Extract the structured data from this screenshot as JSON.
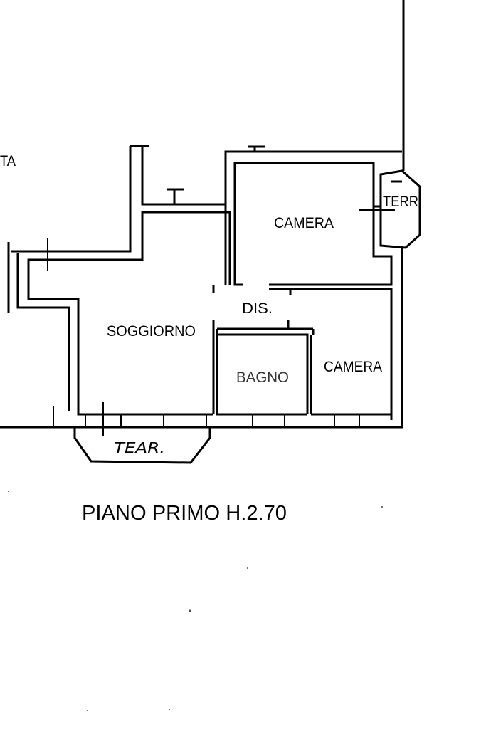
{
  "plan": {
    "title": "PIANO PRIMO H.2.70",
    "cut_label": "TA",
    "rooms": {
      "camera_top": "CAMERA",
      "camera_bottom": "CAMERA",
      "soggiorno": "SOGGIORNO",
      "bagno": "BAGNO",
      "dis": "DIS.",
      "terrace_right": "TERR",
      "terrace_bottom": "TEAR."
    }
  }
}
